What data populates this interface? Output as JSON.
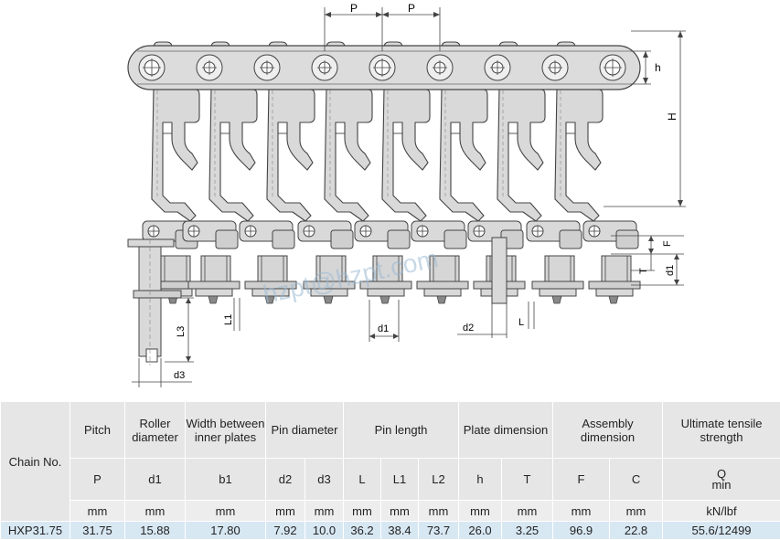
{
  "drawing": {
    "dimension_labels": {
      "P_left": "P",
      "P_right": "P",
      "h": "h",
      "H": "H",
      "F": "F",
      "T": "T",
      "d1_right": "d1",
      "L1": "L1",
      "L3": "L3",
      "d1_bottom": "d1",
      "d2": "d2",
      "L": "L",
      "d3": "d3"
    },
    "watermark": "hzpt@hzpt.com"
  },
  "table": {
    "chain_no_header": "Chain No.",
    "groups": [
      {
        "label": "Pitch"
      },
      {
        "label": "Roller diameter"
      },
      {
        "label": "Width between inner plates"
      },
      {
        "label": "Pin diameter"
      },
      {
        "label": "Pin length"
      },
      {
        "label": "Plate dimension"
      },
      {
        "label": "Assembly dimension"
      },
      {
        "label": "Ultimate tensile strength"
      }
    ],
    "symbols": {
      "P": "P",
      "d1": "d1",
      "b1": "b1",
      "d2": "d2",
      "d3": "d3",
      "L": "L",
      "L1": "L1",
      "L2": "L2",
      "h": "h",
      "T": "T",
      "F": "F",
      "C": "C",
      "Q": "Q",
      "Q_min": "min"
    },
    "units": [
      "mm",
      "mm",
      "mm",
      "mm",
      "mm",
      "mm",
      "mm",
      "mm",
      "mm",
      "mm",
      "mm",
      "mm",
      "kN/lbf"
    ],
    "row": {
      "chain_no": "HXP31.75",
      "values": [
        "31.75",
        "15.88",
        "17.80",
        "7.92",
        "10.0",
        "36.2",
        "38.4",
        "73.7",
        "26.0",
        "3.25",
        "96.9",
        "22.8",
        "55.6/12499"
      ]
    }
  }
}
